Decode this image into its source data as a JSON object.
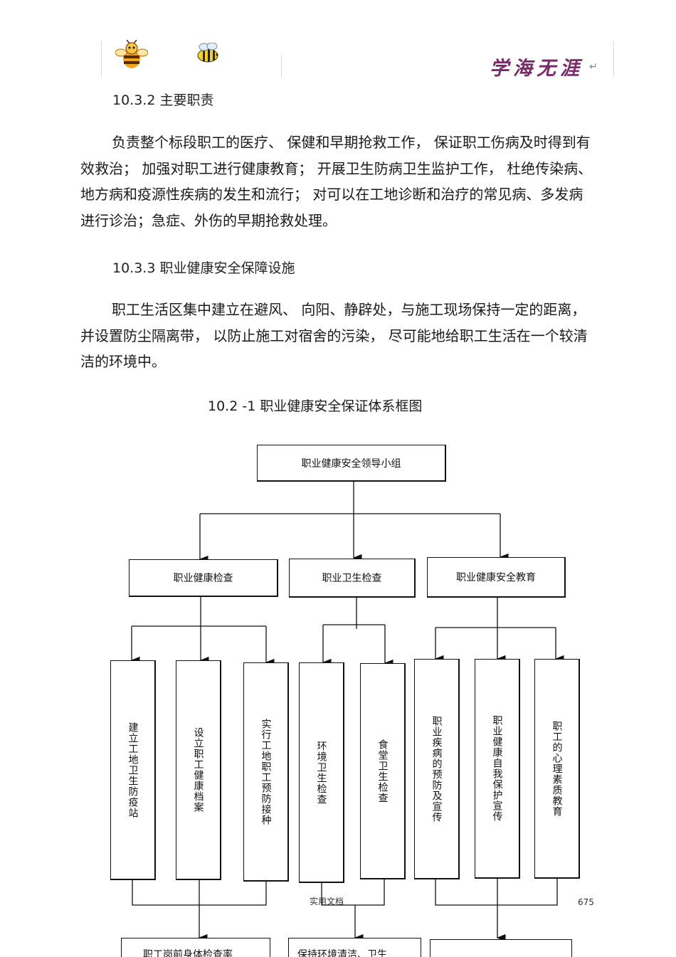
{
  "header": {
    "bee_icons": [
      "bee-cartoon-icon",
      "bee-small-icon"
    ],
    "brand_text": "学海无涯",
    "brand_mark": "↵"
  },
  "section_1": {
    "heading": "10.3.2    主要职责",
    "paragraph": "负责整个标段职工的医疗、 保健和早期抢救工作， 保证职工伤病及时得到有效救治； 加强对职工进行健康教育； 开展卫生防病卫生监护工作， 杜绝传染病、地方病和疫源性疾病的发生和流行； 对可以在工地诊断和治疗的常见病、多发病进行诊治；急症、外伤的早期抢救处理。"
  },
  "section_2": {
    "heading": "10.3.3  职业健康安全保障设施",
    "paragraph": "职工生活区集中建立在避风、 向阳、静辟处，与施工现场保持一定的距离，并设置防尘隔离带， 以防止施工对宿舍的污染， 尽可能地给职工生活在一个较清洁的环境中。"
  },
  "figure": {
    "caption": "10.2 -1   职业健康安全保证体系框图",
    "top": "职业健康安全领导小组",
    "branches": [
      {
        "label": "职业健康检查",
        "children": [
          "建立工地卫生防疫站",
          "设立职工健康档案",
          "实行工地职工预防接种"
        ],
        "result": "职工岗前身体检查率"
      },
      {
        "label": "职业卫生检查",
        "children": [
          "环境卫生检查",
          "食堂卫生检查"
        ],
        "result": "保持环境清洁、卫生"
      },
      {
        "label": "职业健康安全教育",
        "children": [
          "职业疾病的预防及宣传",
          "职业健康自我保护宣传",
          "职工的心理素质教育"
        ],
        "result": ""
      }
    ]
  },
  "footer": {
    "center_text": "实用文档",
    "page_number": "675"
  }
}
